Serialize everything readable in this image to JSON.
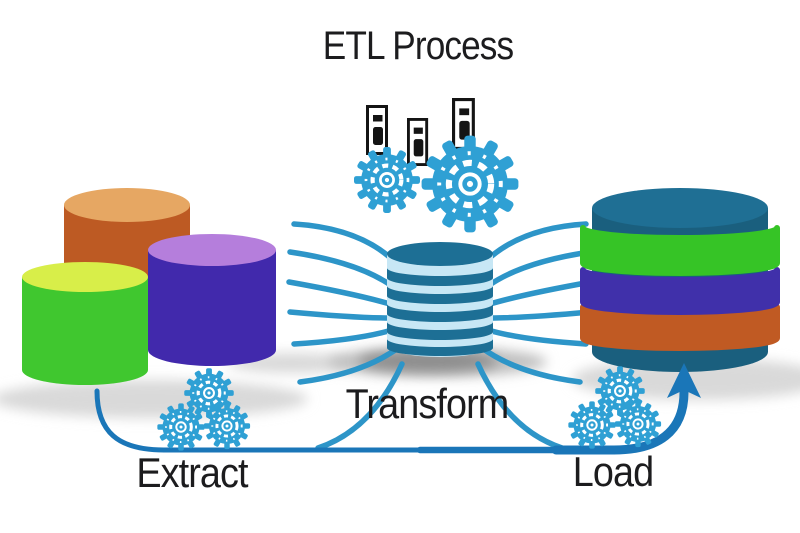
{
  "title": "ETL Process",
  "stages": {
    "extract": {
      "label": "Extract"
    },
    "transform": {
      "label": "Transform"
    },
    "load": {
      "label": "Load"
    }
  },
  "icons": {
    "gear-icon": "svg-gear-shape",
    "document-icon": "svg-document-shape",
    "database-cylinder-icon": "svg-cylinder-shape",
    "up-arrow-icon": "svg-arrowhead-shape"
  },
  "colors": {
    "text-dark": "#1c1c1e",
    "gear-blue": "#2fa0d4",
    "line-blue": "#2d95c8",
    "arrow-blue": "#1a76b8",
    "src-orange-top": "#e6a763",
    "src-orange-body": "#bd5a23",
    "src-purple-top": "#b57edc",
    "src-purple-body": "#4129ac",
    "src-green-top": "#d8ee49",
    "src-green-body": "#40c72f",
    "staging-dark": "#1d6f95",
    "staging-light": "#c7e7f5",
    "wh-shell": "#1a5f7e",
    "wh-top": "#1f6f94",
    "wh-green": "#36c426",
    "wh-indigo": "#4030aa",
    "wh-orange": "#c05a23",
    "shadow-light": "#d9d9d9",
    "shadow-dark": "#8d8d8d"
  }
}
